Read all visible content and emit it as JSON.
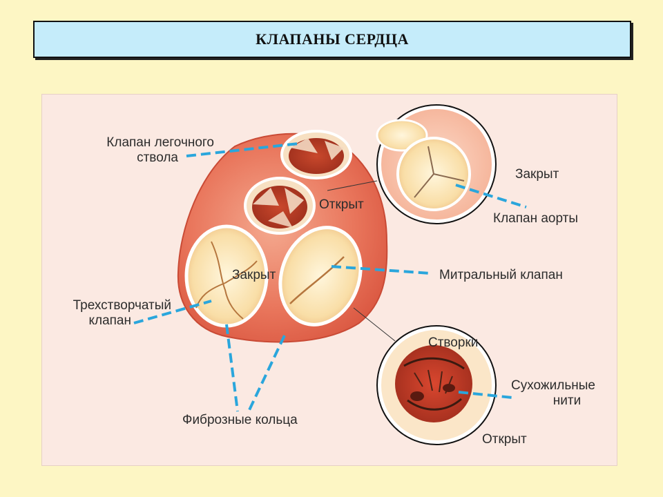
{
  "title": "КЛАПАНЫ СЕРДЦА",
  "labels": {
    "pulmonary_line1": "Клапан легочного",
    "pulmonary_line2": "ствола",
    "open_center": "Открыт",
    "closed_top": "Закрыт",
    "aortic": "Клапан аорты",
    "mitral": "Митральный клапан",
    "closed_left": "Закрыт",
    "tricuspid_line1": "Трехстворчатый",
    "tricuspid_line2": "клапан",
    "leaflets": "Створки",
    "chordae_line1": "Сухожильные",
    "chordae_line2": "нити",
    "open_bottom": "Открыт",
    "fibrous_rings": "Фиброзные кольца"
  },
  "colors": {
    "background": "#fdf6c4",
    "title_fill": "#c5ecfa",
    "leader_line": "#2aa6dc",
    "heart_tissue": "#e8725a",
    "valve_cream": "#fbe6b8"
  }
}
